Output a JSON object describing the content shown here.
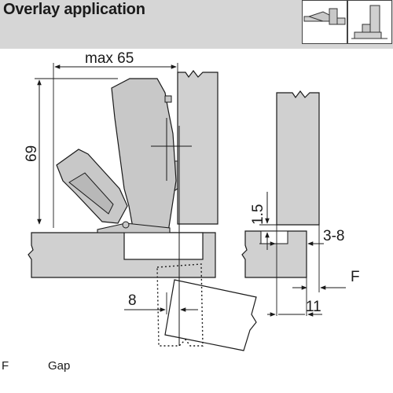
{
  "header": {
    "title": "Overlay application",
    "icons": [
      "overlay-thumbnail-icon",
      "cabinet-section-thumbnail-icon"
    ]
  },
  "dimensions": {
    "max_width": "max 65",
    "height": "69",
    "min_gap": "1.5",
    "overlay_range": "3-8",
    "offset": "8",
    "clearance": "11",
    "gap_symbol": "F"
  },
  "legend": [
    {
      "key": "F",
      "value": "Gap"
    }
  ],
  "colors": {
    "panel_fill": "#d0d0d0",
    "hinge_fill": "#c8c8c8",
    "header_bg": "#d6d6d6",
    "line": "#1a1a1a"
  }
}
